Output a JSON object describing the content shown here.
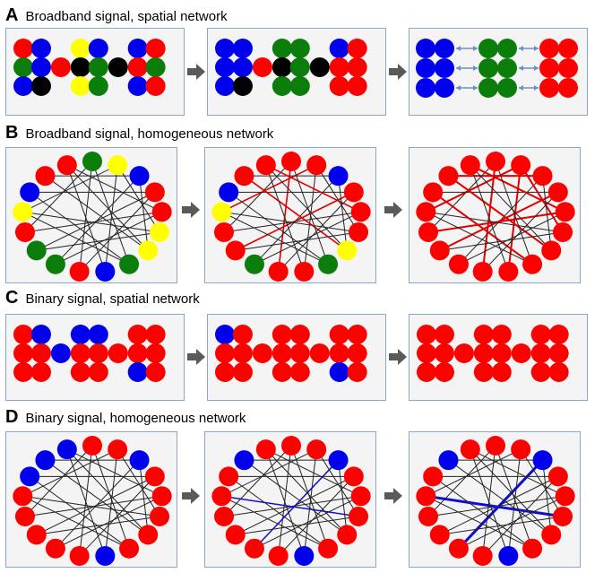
{
  "rows": [
    {
      "letter": "A",
      "title": "Broadband signal, spatial network"
    },
    {
      "letter": "B",
      "title": "Broadband signal, homogeneous network"
    },
    {
      "letter": "C",
      "title": "Binary signal, spatial network"
    },
    {
      "letter": "D",
      "title": "Binary signal, homogeneous network"
    }
  ],
  "colors": {
    "red": "#ff0000",
    "blue": "#0000ee",
    "green": "#0a7d0a",
    "yellow": "#ffff00",
    "black": "#000000",
    "panel_border": "#8aa8c8",
    "panel_fill": "#f4f4f4",
    "edge": "#222222",
    "edge_red": "#e00000",
    "edge_blue": "#1010cc",
    "arrow": "#5a5a5a",
    "double_arrow": "#6b8fc7"
  },
  "icons": {
    "step_arrow": "right-arrow-icon",
    "exchange_arrow": "double-arrow-icon"
  }
}
